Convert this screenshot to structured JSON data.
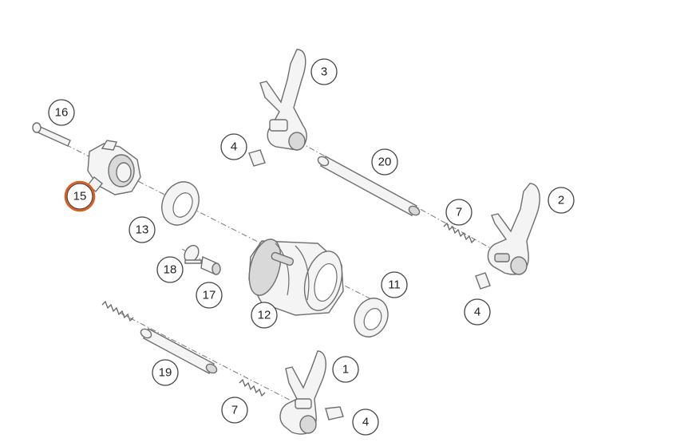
{
  "highlight_color": "#e05a1a",
  "callouts": [
    {
      "id": "c16",
      "label": "16",
      "highlighted": false
    },
    {
      "id": "c15",
      "label": "15",
      "highlighted": true
    },
    {
      "id": "c13",
      "label": "13",
      "highlighted": false
    },
    {
      "id": "c18",
      "label": "18",
      "highlighted": false
    },
    {
      "id": "c17",
      "label": "17",
      "highlighted": false
    },
    {
      "id": "c12",
      "label": "12",
      "highlighted": false
    },
    {
      "id": "c11",
      "label": "11",
      "highlighted": false
    },
    {
      "id": "c3",
      "label": "3",
      "highlighted": false
    },
    {
      "id": "c4a",
      "label": "4",
      "highlighted": false
    },
    {
      "id": "c20",
      "label": "20",
      "highlighted": false
    },
    {
      "id": "c7a",
      "label": "7",
      "highlighted": false
    },
    {
      "id": "c2",
      "label": "2",
      "highlighted": false
    },
    {
      "id": "c4b",
      "label": "4",
      "highlighted": false
    },
    {
      "id": "c19",
      "label": "19",
      "highlighted": false
    },
    {
      "id": "c1",
      "label": "1",
      "highlighted": false
    },
    {
      "id": "c7b",
      "label": "7",
      "highlighted": false
    },
    {
      "id": "c4c",
      "label": "4",
      "highlighted": false
    }
  ]
}
